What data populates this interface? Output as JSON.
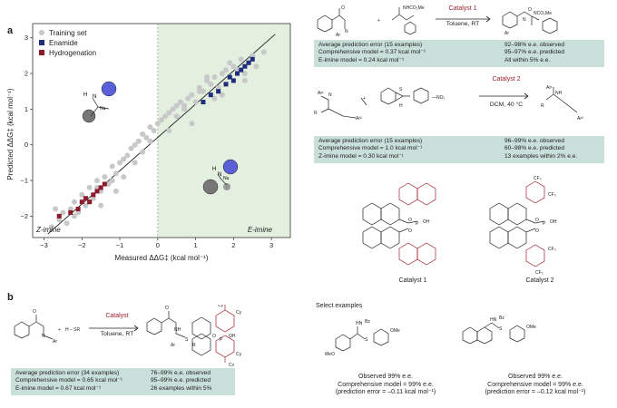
{
  "panel_a_label": "a",
  "panel_b_label": "b",
  "chart_data": {
    "type": "scatter",
    "xlabel": "Measured ΔΔG‡ (kcal mol⁻¹)",
    "ylabel": "Predicted ΔΔG‡ (kcal mol⁻¹)",
    "xlim": [
      -3.3,
      3.5
    ],
    "ylim": [
      -2.6,
      3.4
    ],
    "xticks": [
      -3,
      -2,
      -1,
      0,
      1,
      2,
      3
    ],
    "yticks": [
      -2,
      -1,
      0,
      1,
      2,
      3
    ],
    "region_left": "Z-imine",
    "region_right": "E-imine",
    "legend": [
      "Training set",
      "Enamide",
      "Hydrogenation"
    ],
    "series": [
      {
        "name": "Training set",
        "color": "#c8c8c8",
        "x": [
          -2.8,
          -2.6,
          -2.5,
          -2.4,
          -2.3,
          -2.2,
          -2.1,
          -2.0,
          -1.9,
          -1.8,
          -1.7,
          -1.6,
          -1.5,
          -1.4,
          -1.3,
          -1.2,
          -1.1,
          -1.0,
          -0.9,
          -0.8,
          -0.7,
          -0.6,
          -0.5,
          -0.4,
          -0.3,
          -0.2,
          -0.1,
          0.0,
          0.1,
          0.2,
          0.3,
          0.4,
          0.5,
          0.6,
          0.7,
          0.8,
          0.9,
          1.0,
          1.1,
          1.2,
          1.3,
          1.4,
          1.5,
          1.6,
          1.7,
          1.8,
          1.9,
          2.0,
          2.1,
          2.2,
          2.3,
          2.4,
          2.5,
          2.6,
          2.8,
          -2.7,
          -2.2,
          -1.8,
          -1.5,
          -1.1,
          -0.6,
          -0.2,
          0.3,
          0.7,
          1.1,
          1.5,
          1.9,
          2.3,
          -0.9,
          -0.4,
          0.5,
          0.9,
          1.3,
          1.7,
          -1.6,
          -1.2
        ],
        "y": [
          -2.3,
          -2.1,
          -1.9,
          -2.2,
          -1.8,
          -1.6,
          -1.9,
          -1.4,
          -1.7,
          -1.2,
          -1.5,
          -1.0,
          -1.3,
          -0.9,
          -1.1,
          -0.6,
          -0.8,
          -0.5,
          -0.4,
          -0.3,
          -0.1,
          0.0,
          0.1,
          0.3,
          0.2,
          0.5,
          0.4,
          0.6,
          0.7,
          0.8,
          0.9,
          1.0,
          0.8,
          1.2,
          1.1,
          1.3,
          1.4,
          1.2,
          1.6,
          1.5,
          1.8,
          1.7,
          1.9,
          1.6,
          2.0,
          2.1,
          1.9,
          2.2,
          2.1,
          2.4,
          2.0,
          2.3,
          2.5,
          2.2,
          2.6,
          -1.8,
          -2.0,
          -1.6,
          -1.7,
          -1.3,
          -0.5,
          0.1,
          0.4,
          1.0,
          1.5,
          1.3,
          2.3,
          1.8,
          -0.9,
          -0.2,
          1.1,
          0.6,
          1.9,
          1.4,
          -1.2,
          -1.0
        ]
      },
      {
        "name": "Enamide",
        "color": "#1f2d7a",
        "x": [
          1.2,
          1.4,
          1.6,
          1.8,
          1.9,
          2.0,
          2.1,
          2.2,
          2.3,
          2.4,
          2.5
        ],
        "y": [
          1.2,
          1.4,
          1.5,
          1.7,
          1.9,
          1.8,
          2.0,
          2.1,
          2.2,
          2.3,
          2.4
        ]
      },
      {
        "name": "Hydrogenation",
        "color": "#8c1a2a",
        "x": [
          -2.6,
          -2.3,
          -2.1,
          -2.0,
          -1.9,
          -1.8,
          -1.7,
          -1.6,
          -1.5,
          -1.4
        ],
        "y": [
          -2.0,
          -1.9,
          -1.8,
          -1.6,
          -1.5,
          -1.6,
          -1.4,
          -1.3,
          -1.2,
          -1.1
        ]
      }
    ]
  },
  "reaction1": {
    "catalyst": "Catalyst 1",
    "conditions": "Toluene, RT",
    "plus": "+"
  },
  "box1": {
    "left": [
      "Average prediction error (15 examples)",
      "Comprehensive model = 0.37 kcal mol⁻¹",
      "E-imine model = 0.24 kcal mol⁻¹"
    ],
    "right": [
      "92–98% e.e. observed",
      "95–97% e.e. predicted",
      "All within 5% e.e."
    ]
  },
  "reaction2": {
    "catalyst": "Catalyst 2",
    "conditions": "DCM, 40 °C",
    "plus": "+"
  },
  "box2": {
    "left": [
      "Average prediction error (15 examples)",
      "Comprehensive model = 1.0 kcal mol⁻¹",
      "Z-imine model = 0.30 kcal mol⁻¹"
    ],
    "right": [
      "96–99% e.e. observed",
      "60–98% e.e. predicted",
      "13 examples within 2% e.e."
    ]
  },
  "catalyst1_label": "Catalyst 1",
  "catalyst2_label": "Catalyst 2",
  "reaction3": {
    "catalyst": "Catalyst",
    "conditions": "Toluene, RT",
    "reagent": "H – SR",
    "plus": "+"
  },
  "box3": {
    "left": [
      "Average prediction error (34 examples)",
      "Comprehensive model = 0.65 kcal mol⁻¹",
      "E-imine model = 0.67 kcal mol⁻¹"
    ],
    "right": [
      "76–99% e.e. observed",
      "95–99% e.e. predicted",
      "26 examples within 5%"
    ]
  },
  "select_examples": "Select examples",
  "example1": [
    "Observed 99% e.e.",
    "Comprehensive model = 99% e.e.",
    "(prediction error = –0.11 kcal mol⁻¹)"
  ],
  "example2": [
    "Observed 99% e.e.",
    "Comprehensive model = 99% e.e.",
    "(prediction error = –0.12 kcal mol⁻¹)"
  ]
}
